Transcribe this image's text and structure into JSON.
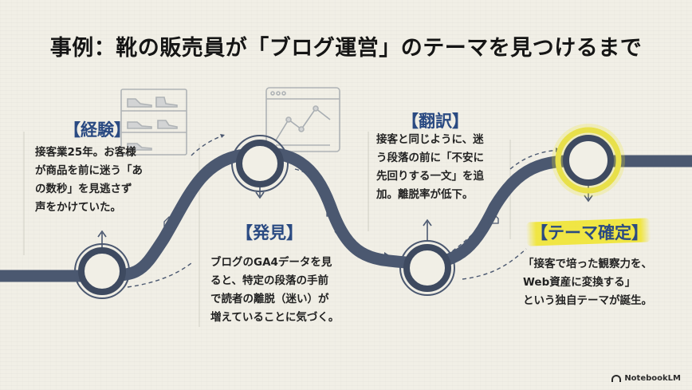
{
  "title": "事例：靴の販売員が「ブログ運営」のテーマを見つけるまで",
  "stages": [
    {
      "title": "【経験】",
      "lines": [
        "接客業25年。お客様",
        "が商品を前に迷う「あ",
        "の数秒」を見逃さず",
        "声をかけていた。"
      ]
    },
    {
      "title": "【発見】",
      "lines": [
        "ブログのGA4データを見",
        "ると、特定の段落の手前",
        "で読者の離脱（迷い）が",
        "増えていることに気づく。"
      ]
    },
    {
      "title": "【翻訳】",
      "lines": [
        "接客と同じように、迷",
        "う段落の前に「不安に",
        "先回りする一文」を追",
        "加。離脱率が低下。"
      ]
    },
    {
      "title": "【テーマ確定】",
      "lines": [
        "「接客で培った観察力を、",
        "Web資産に変換する」",
        "という独自テーマが誕生。"
      ]
    }
  ],
  "brand": "NotebookLM",
  "colors": {
    "road": "#4b5870",
    "accent_blue": "#2a4a82",
    "highlight": "#f0e428"
  }
}
